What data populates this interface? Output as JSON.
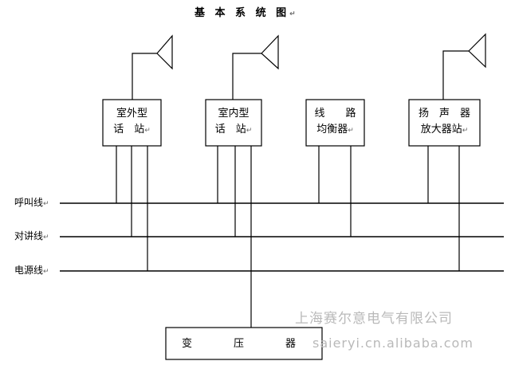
{
  "title": "基 本 系 统 图",
  "paragraph_mark": "↵",
  "stations": [
    {
      "line1": "室外型",
      "line2": "话　站"
    },
    {
      "line1": "室内型",
      "line2": "话　站"
    },
    {
      "line1": "线　　路",
      "line2": "均衡器"
    },
    {
      "line1": "扬　声　器",
      "line2": "放大器站"
    }
  ],
  "rails": [
    {
      "label": "呼叫线"
    },
    {
      "label": "对讲线"
    },
    {
      "label": "电源线"
    }
  ],
  "transformer": {
    "label": "变　　　　压　　　　器"
  },
  "watermark": {
    "company": "上海赛尔意电气有限公司",
    "url": "saieryi.cn.alibaba.com"
  },
  "colors": {
    "line": "#000000",
    "watermark": "#b9b9b9"
  }
}
